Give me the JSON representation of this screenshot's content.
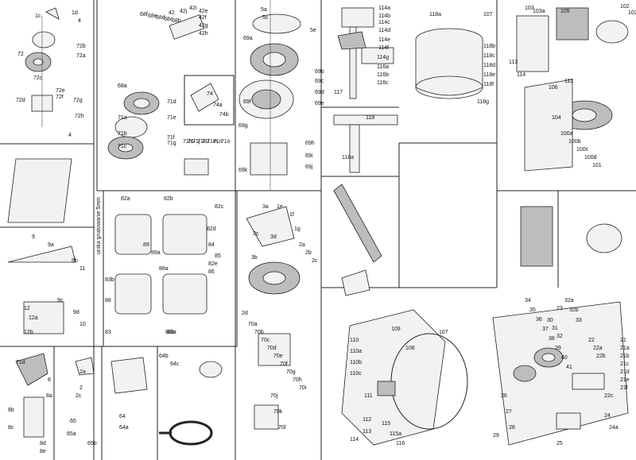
{
  "diagram_type": "assembly-parts-sheet",
  "panels": {
    "top_left": {
      "labels": [
        "1c",
        "1d",
        "4",
        "72",
        "72b",
        "72a",
        "72c",
        "72d",
        "72e",
        "72f",
        "72g",
        "72h",
        "4"
      ]
    },
    "top_mid": {
      "labels": [
        "42e",
        "42f",
        "42g",
        "42h",
        "42i",
        "42j",
        "42",
        "68f",
        "68e",
        "68d",
        "68c",
        "68b",
        "68a",
        "71a",
        "71b",
        "71c",
        "71d",
        "71e",
        "71f",
        "71g",
        "71h",
        "71i",
        "71j",
        "71k",
        "71l",
        "71m",
        "71n",
        "71o",
        "74",
        "74a",
        "74b"
      ]
    },
    "gear": {
      "labels": [
        "5a",
        "5c",
        "5e",
        "69a",
        "69b",
        "69c",
        "69d",
        "69e",
        "69f",
        "69g",
        "69h",
        "69i",
        "69j",
        "69k"
      ]
    },
    "vertical_assembly": {
      "labels": [
        "114a",
        "114b",
        "114c",
        "114d",
        "114e",
        "114f",
        "114g",
        "116a",
        "116b",
        "116c",
        "117",
        "118",
        "118a"
      ]
    },
    "drum": {
      "labels": [
        "107",
        "118a",
        "118b",
        "118c",
        "118d",
        "118e",
        "118f",
        "118g"
      ]
    },
    "right_column": {
      "labels": [
        "100a",
        "100b",
        "100c",
        "100d",
        "101",
        "102",
        "102a",
        "103",
        "103a",
        "104",
        "105",
        "106",
        "112",
        "113",
        "114"
      ]
    },
    "frames": {
      "labels": [
        "82a",
        "82b",
        "82c",
        "82d",
        "82e",
        "83",
        "83a",
        "83b",
        "84",
        "85",
        "86",
        "88",
        "88a",
        "88b",
        "89",
        "89a"
      ],
      "caption": "unika gnatowanie 5mm"
    },
    "small_lower": {
      "labels": [
        "3a",
        "3b",
        "3c",
        "3d",
        "1e",
        "1f",
        "1g",
        "2a",
        "2b",
        "2c",
        "2d",
        "70a",
        "70b",
        "70c",
        "70d",
        "70e",
        "70f",
        "70g",
        "70h",
        "70i",
        "70j",
        "70k",
        "70l"
      ]
    },
    "bottom_left": {
      "labels": [
        "71d",
        "8",
        "8a",
        "8b",
        "8c",
        "8d",
        "8e",
        "9",
        "9a",
        "9b",
        "9c",
        "9d",
        "10",
        "11",
        "12",
        "12a",
        "12b",
        "2",
        "2a",
        "2c",
        "64",
        "64a",
        "64b",
        "64c",
        "65",
        "65a",
        "65b"
      ]
    },
    "bottom_center": {
      "labels": [
        "107",
        "108",
        "109",
        "110",
        "110a",
        "110b",
        "110c",
        "111",
        "112",
        "113",
        "114",
        "115",
        "115a",
        "116"
      ]
    },
    "bottom_right": {
      "labels": [
        "21",
        "21a",
        "21b",
        "21c",
        "21d",
        "21e",
        "21f",
        "22",
        "22a",
        "22b",
        "22c",
        "23",
        "24",
        "24a",
        "25",
        "26",
        "27",
        "28",
        "29",
        "30",
        "31",
        "32",
        "32a",
        "32b",
        "33",
        "34",
        "35",
        "36",
        "37",
        "38",
        "39",
        "40",
        "41"
      ]
    }
  },
  "colors": {
    "line": "#222222",
    "fill_light": "#f2f2f2",
    "fill_dark": "#bdbdbd",
    "paper": "#ffffff"
  }
}
